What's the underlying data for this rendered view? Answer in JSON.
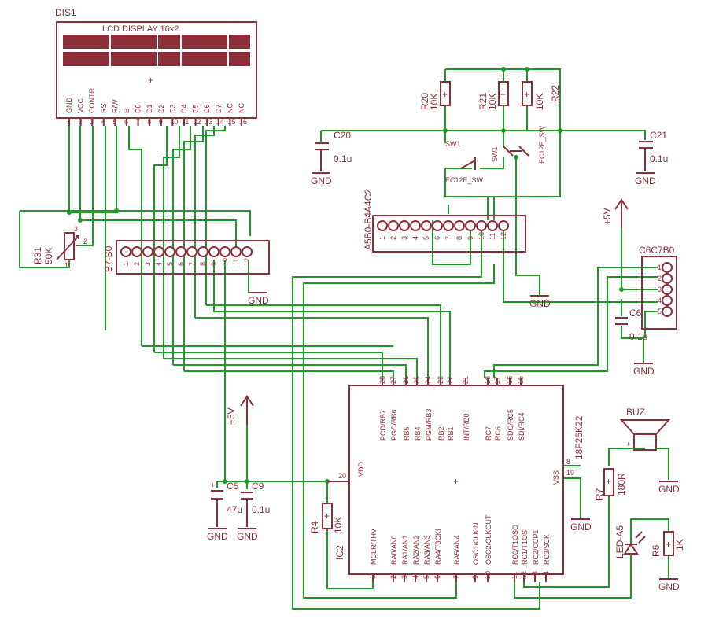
{
  "lcd": {
    "name": "DIS1",
    "title": "LCD DISPLAY 16x2",
    "pins": [
      "GND",
      "VCC",
      "CONTR",
      "RS",
      "R/W",
      "E",
      "D0",
      "D1",
      "D2",
      "D3",
      "D4",
      "D5",
      "D6",
      "D7",
      "NC",
      "NC"
    ],
    "pin_numbers": [
      "1",
      "2",
      "3",
      "4",
      "5",
      "6",
      "7",
      "8",
      "9",
      "10",
      "11",
      "12",
      "13",
      "14",
      "15",
      "16"
    ]
  },
  "connectors": {
    "b7b0": {
      "name": "B7-B0",
      "pins": [
        "1",
        "2",
        "3",
        "4",
        "5",
        "6",
        "7",
        "8",
        "9",
        "10",
        "11",
        "12"
      ]
    },
    "a5b0": {
      "name": "A5B0-B4A4C2",
      "pins": [
        "1",
        "2",
        "3",
        "4",
        "5",
        "6",
        "7",
        "8",
        "9",
        "10",
        "11",
        "12"
      ]
    },
    "c6c7b0": {
      "name": "C6C7B0",
      "pins": [
        "1",
        "2",
        "3",
        "4",
        "5"
      ]
    }
  },
  "mcu": {
    "name": "IC2",
    "part": "18F25K22",
    "top_pins": [
      {
        "num": "28",
        "label": "PCD/RB7"
      },
      {
        "num": "27",
        "label": "PGC/RB6"
      },
      {
        "num": "26",
        "label": "RB5"
      },
      {
        "num": "25",
        "label": "RB4"
      },
      {
        "num": "24",
        "label": "PGM/RB3"
      },
      {
        "num": "23",
        "label": "RB2"
      },
      {
        "num": "22",
        "label": "RB1"
      },
      {
        "num": "21",
        "label": "INT/RB0"
      },
      {
        "num": "18",
        "label": "RC7"
      },
      {
        "num": "17",
        "label": "RC6"
      },
      {
        "num": "16",
        "label": "SDO/RC5"
      },
      {
        "num": "15",
        "label": "SDI/RC4"
      }
    ],
    "bottom_pins": [
      {
        "num": "1",
        "label": "MCLR/THV"
      },
      {
        "num": "2",
        "label": "RA0/AN0"
      },
      {
        "num": "3",
        "label": "RA1/AN1"
      },
      {
        "num": "4",
        "label": "RA2/AN2"
      },
      {
        "num": "5",
        "label": "RA3/AN3"
      },
      {
        "num": "6",
        "label": "RA4/T0CKI"
      },
      {
        "num": "7",
        "label": "RA5/AN4"
      },
      {
        "num": "9",
        "label": "OSC1/CLKIN"
      },
      {
        "num": "10",
        "label": "OSC2/CLKOUT"
      },
      {
        "num": "11",
        "label": "RC0/T1OSO"
      },
      {
        "num": "12",
        "label": "RC1/T1OSI"
      },
      {
        "num": "13",
        "label": "RC2/CCP1"
      },
      {
        "num": "14",
        "label": "RC3/SCK"
      }
    ],
    "vdd": {
      "num": "20",
      "label": "VDD"
    },
    "vss": {
      "num": "19",
      "label": "VSS"
    },
    "vss2": {
      "num": "8"
    }
  },
  "resistors": {
    "r20": {
      "name": "R20",
      "value": "10K"
    },
    "r21": {
      "name": "R21",
      "value": "10K"
    },
    "r22": {
      "name": "R22",
      "value": "10K"
    },
    "r31": {
      "name": "R31",
      "value": "50K"
    },
    "r4": {
      "name": "R4",
      "value": "10K"
    },
    "r7": {
      "name": "R7",
      "value": "180R"
    },
    "r6": {
      "name": "R6",
      "value": "1K"
    }
  },
  "capacitors": {
    "c20": {
      "name": "C20",
      "value": "0.1u"
    },
    "c21": {
      "name": "C21",
      "value": "0.1u"
    },
    "c6": {
      "name": "C6",
      "value": "0.1u"
    },
    "c5": {
      "name": "C5",
      "value": "47u"
    },
    "c9": {
      "name": "C9",
      "value": "0.1u"
    }
  },
  "switches": {
    "sw1a": {
      "name": "SW1",
      "part": "EC12E_SW"
    },
    "sw1b": {
      "name": "SW1",
      "part": "EC12E_SW"
    }
  },
  "buzzer": {
    "name": "BUZ"
  },
  "led": {
    "name": "LED-A5"
  },
  "power": {
    "gnd": "GND",
    "vcc": "+5V"
  },
  "marks": {
    "plus": "+",
    "pot_pin1": "1",
    "pot_pin2": "2",
    "pot_pin3": "3"
  }
}
